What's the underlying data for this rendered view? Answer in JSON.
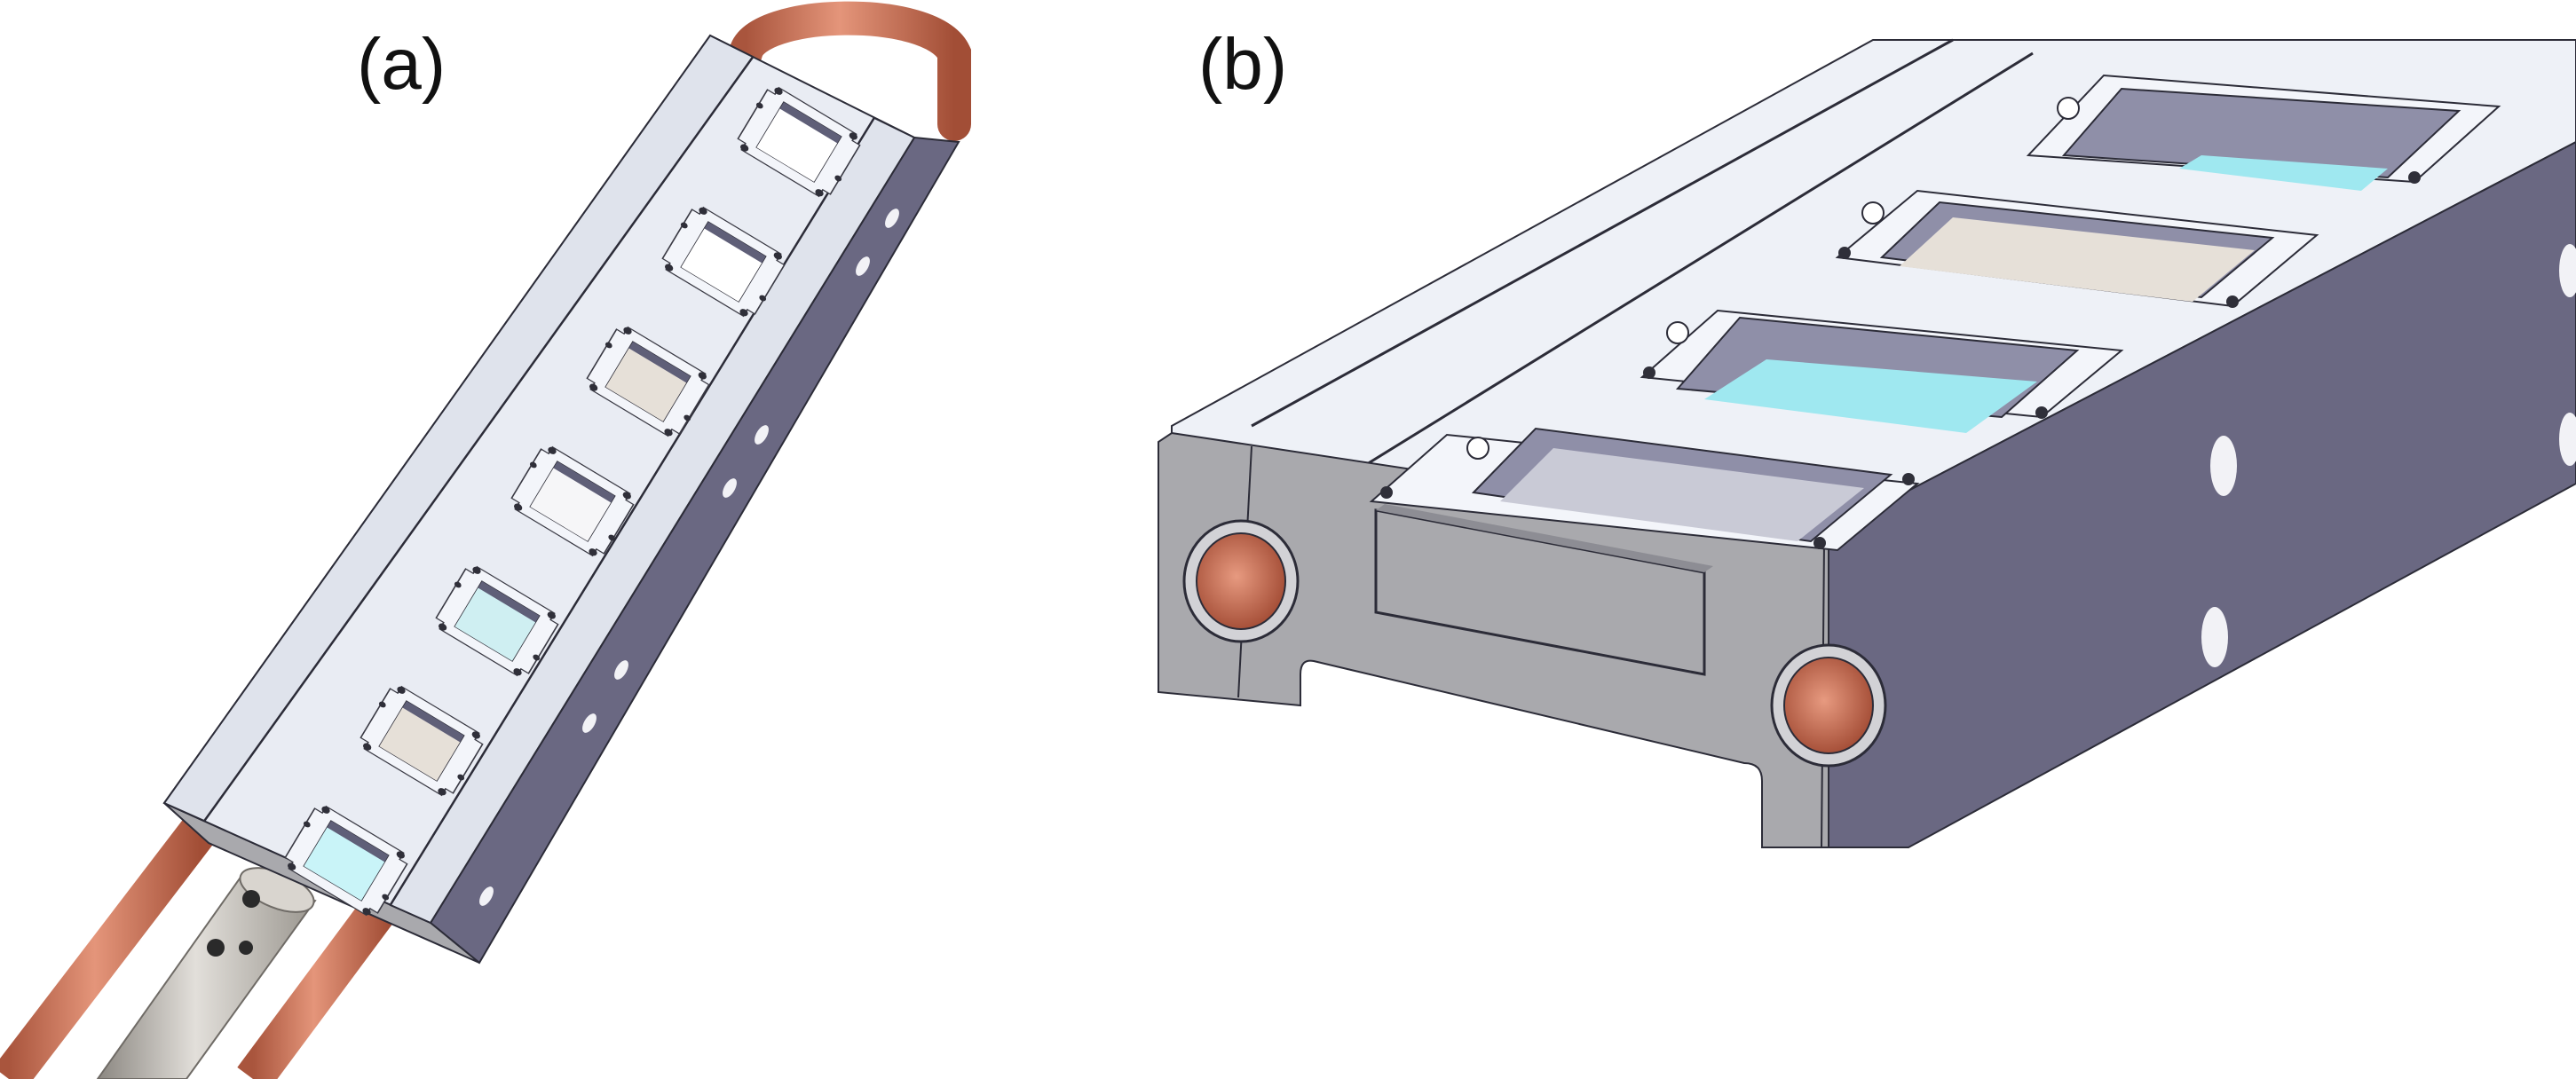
{
  "figure": {
    "panels": [
      {
        "id": "a",
        "label": "(a)",
        "content": "holder-overview"
      },
      {
        "id": "b",
        "label": "(b)",
        "content": "holder-closeup"
      }
    ],
    "colors": {
      "background": "#ffffff",
      "metal_top": "#e9ecf3",
      "metal_side": "#6a6882",
      "metal_end": "#a9a9ad",
      "copper_tube": "#c97256",
      "cup_base": "#b9bac6",
      "cup_wall": "#8f8fa8",
      "sample_cyan": "#c9f4f8",
      "sample_beige": "#e6e0d8",
      "rod": "#c5c1bb"
    }
  }
}
